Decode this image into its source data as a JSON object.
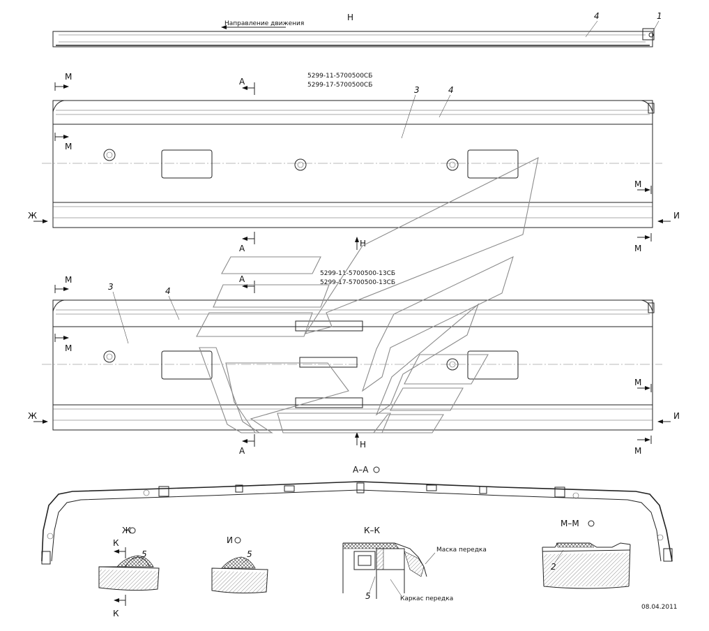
{
  "labels": {
    "view_h_top": "Н",
    "direction": "Направление движения",
    "part_4": "4",
    "part_1": "1",
    "part_3": "3",
    "part_5": "5",
    "part_2": "2",
    "sec_m": "М",
    "sec_a": "А",
    "sec_zh": "Ж",
    "sec_i": "И",
    "sec_h": "Н",
    "sec_k": "К",
    "view_aa": "А–А",
    "view_zh": "Ж",
    "view_i": "И",
    "view_kk": "К–К",
    "view_mm": "М–М",
    "mask_front": "Маска передка",
    "frame_front": "Каркас передка"
  },
  "codes": {
    "upper_1": "5299-11-5700500СБ",
    "upper_2": "5299-17-5700500СБ",
    "lower_1": "5299-11-5700500-13СБ",
    "lower_2": "5299-17-5700500-13СБ"
  },
  "date": "08.04.2011"
}
